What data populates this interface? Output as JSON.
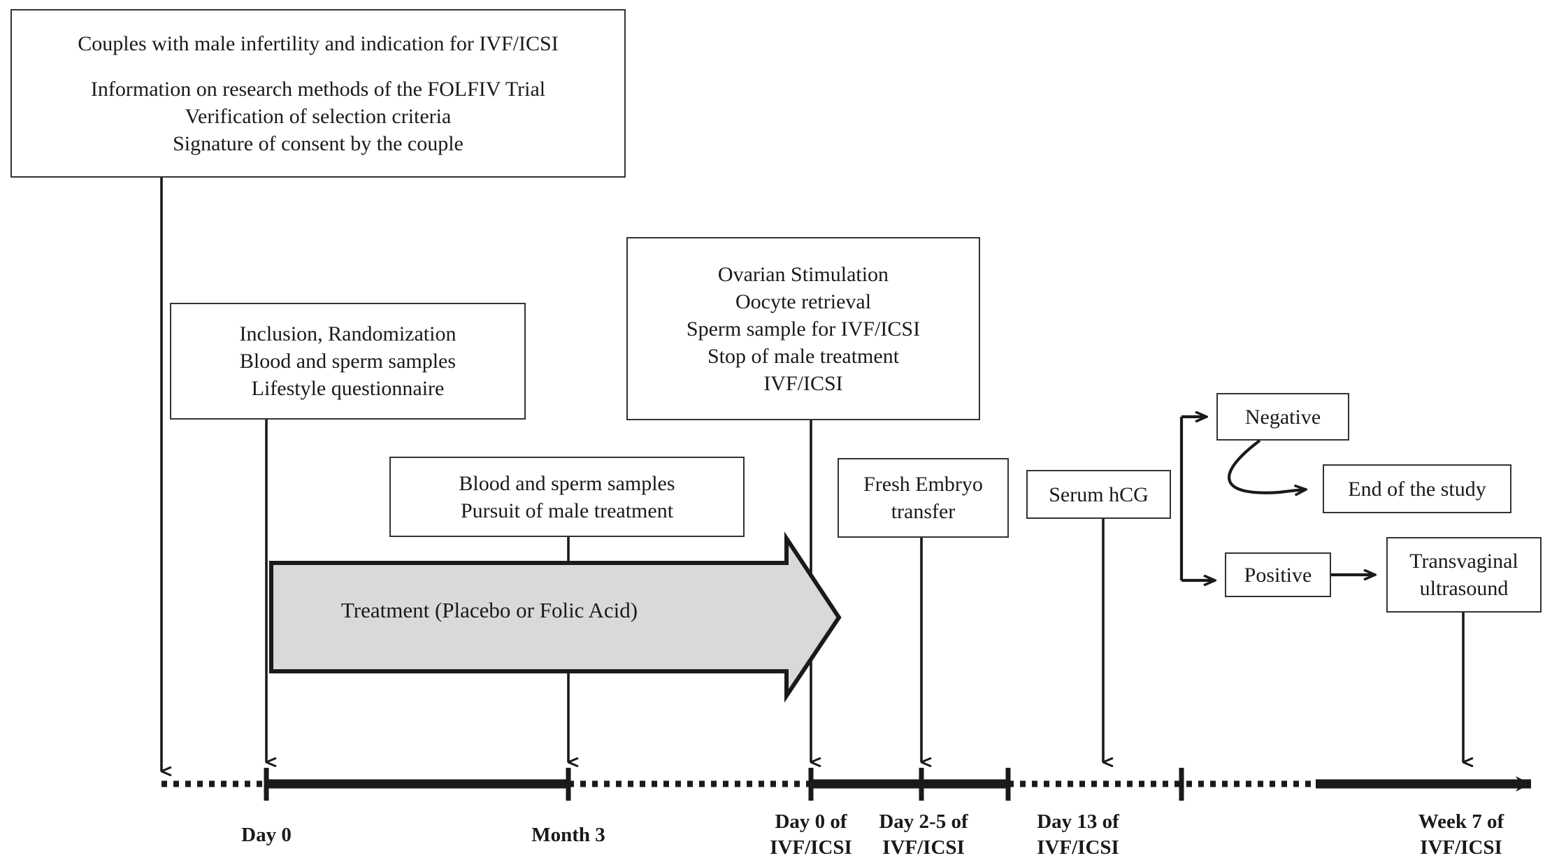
{
  "diagram": {
    "title": "FOLFIV Trial study flow timeline",
    "colors": {
      "line": "#1a1a1a",
      "box_border": "#333333",
      "box_fill": "#ffffff",
      "treatment_arrow_fill": "#d9d9d9",
      "background": "#ffffff"
    }
  },
  "boxes": {
    "screening": {
      "lines": [
        "Couples with male infertility and indication for IVF/ICSI",
        "",
        "Information on research methods of the FOLFIV Trial",
        "Verification of selection criteria",
        "Signature of consent by the couple"
      ]
    },
    "inclusion": {
      "lines": [
        "Inclusion, Randomization",
        "Blood and sperm samples",
        "Lifestyle questionnaire"
      ]
    },
    "ovarian": {
      "lines": [
        "Ovarian Stimulation",
        "Oocyte retrieval",
        "Sperm sample for IVF/ICSI",
        "Stop of male treatment",
        "IVF/ICSI"
      ]
    },
    "month3": {
      "lines": [
        "Blood and sperm samples",
        "Pursuit of male treatment"
      ]
    },
    "embryo_transfer": {
      "lines": [
        "Fresh Embryo",
        "transfer"
      ]
    },
    "serum_hcg": {
      "lines": [
        "Serum hCG"
      ]
    },
    "negative": {
      "lines": [
        "Negative"
      ]
    },
    "end_of_study": {
      "lines": [
        "End of the study"
      ]
    },
    "positive": {
      "lines": [
        "Positive"
      ]
    },
    "transvaginal_ultrasound": {
      "lines": [
        "Transvaginal",
        "ultrasound"
      ]
    }
  },
  "treatment_arrow": {
    "label": "Treatment (Placebo or Folic Acid)"
  },
  "timeline": {
    "ticks": [
      {
        "id": "day0",
        "lines": [
          "Day 0"
        ]
      },
      {
        "id": "month3",
        "lines": [
          "Month 3"
        ]
      },
      {
        "id": "day0ivf",
        "lines": [
          "Day 0 of",
          "IVF/ICSI"
        ]
      },
      {
        "id": "day2_5ivf",
        "lines": [
          "Day 2-5 of",
          "IVF/ICSI"
        ]
      },
      {
        "id": "day13ivf",
        "lines": [
          "Day 13 of",
          "IVF/ICSI"
        ]
      },
      {
        "id": "week7ivf",
        "lines": [
          "Week 7 of",
          "IVF/ICSI"
        ]
      }
    ]
  }
}
